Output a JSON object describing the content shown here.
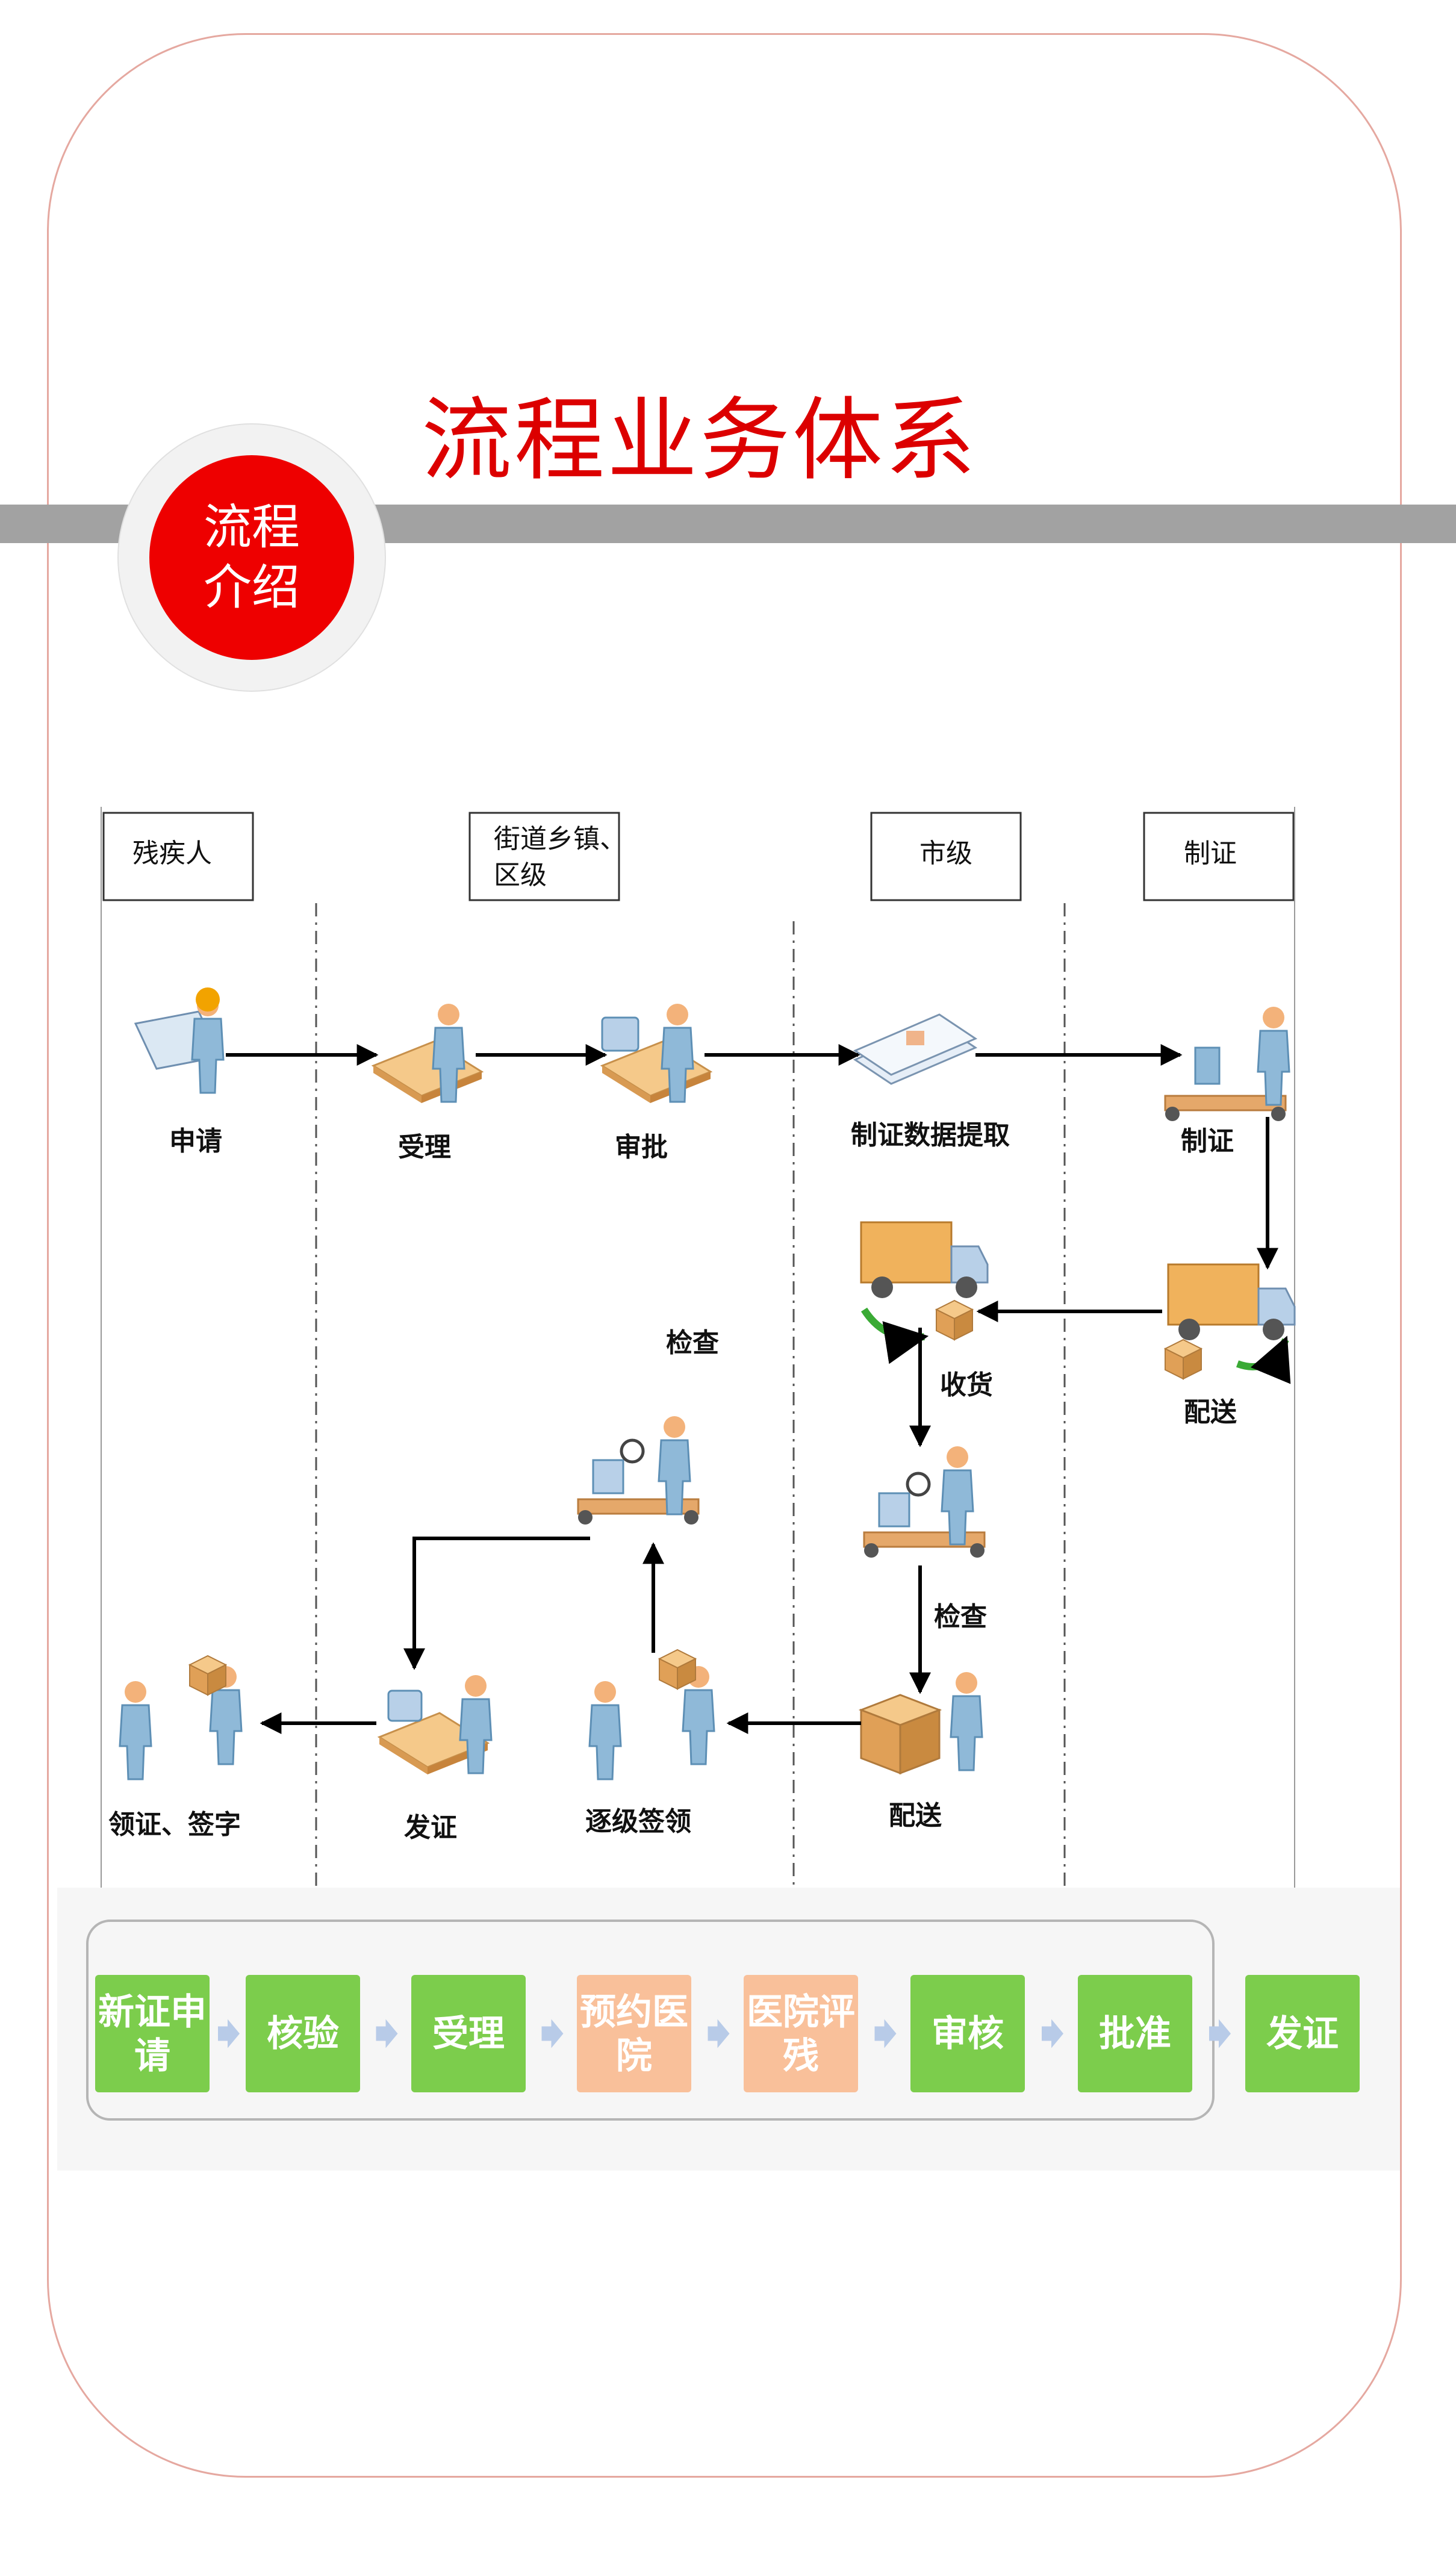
{
  "header": {
    "title": "流程业务体系",
    "badge_line1": "流程",
    "badge_line2": "介绍"
  },
  "colors": {
    "title_red": "#dc0000",
    "badge_red": "#ee0000",
    "bar_gray": "#a2a2a2",
    "step_green": "#7ccd4c",
    "step_orange": "#f9c09a",
    "step_arrow": "#b8cbe8"
  },
  "swimlanes": {
    "lane1": "残疾人",
    "lane2_line1": "街道乡镇、",
    "lane2_line2": "区级",
    "lane3": "市级",
    "lane4": "制证"
  },
  "nodes": {
    "apply": "申请",
    "accept": "受理",
    "approve": "审批",
    "extract": "制证数据提取",
    "make_card": "制证",
    "deliver1": "配送",
    "receive": "收货",
    "inspect_city": "检查",
    "deliver2": "配送",
    "inspect_district": "检查",
    "sign_levels": "逐级签领",
    "issue": "发证",
    "collect_sign": "领证、签字"
  },
  "steps": [
    {
      "line1": "新证申",
      "line2": "请",
      "color": "green"
    },
    {
      "line1": "核验",
      "line2": "",
      "color": "green"
    },
    {
      "line1": "受理",
      "line2": "",
      "color": "green"
    },
    {
      "line1": "预约医",
      "line2": "院",
      "color": "orange"
    },
    {
      "line1": "医院评",
      "line2": "残",
      "color": "orange"
    },
    {
      "line1": "审核",
      "line2": "",
      "color": "green"
    },
    {
      "line1": "批准",
      "line2": "",
      "color": "green"
    },
    {
      "line1": "发证",
      "line2": "",
      "color": "green"
    }
  ]
}
